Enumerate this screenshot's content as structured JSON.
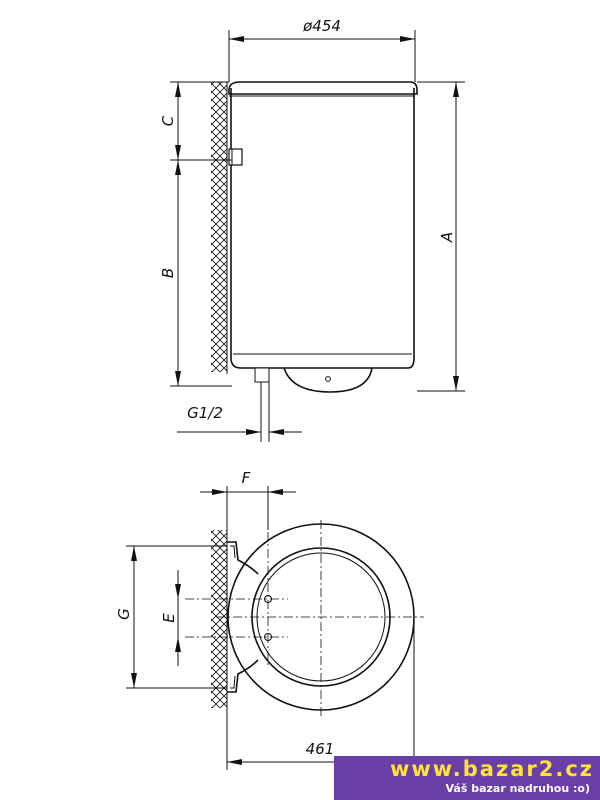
{
  "side_view": {
    "labels": {
      "diameter": "ø454",
      "c": "C",
      "b": "B",
      "a": "A",
      "thread": "G1/2"
    }
  },
  "top_view": {
    "labels": {
      "f": "F",
      "g": "G",
      "e": "E",
      "width": "461"
    }
  },
  "watermark": {
    "url": "www.bazar2.cz",
    "tagline": "Váš bazar nadruhou   :o)",
    "background": "#6b3fa8",
    "url_color": "#ffe23a",
    "tagline_color": "#ffffff"
  }
}
